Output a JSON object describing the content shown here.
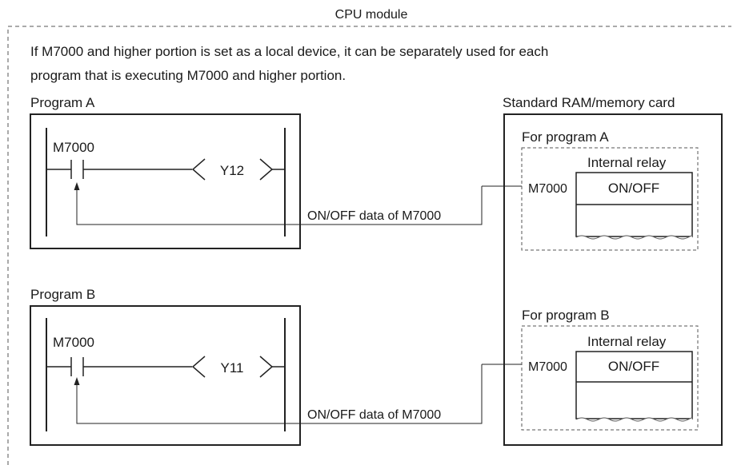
{
  "title": "CPU module",
  "description_line1": "If M7000 and higher portion is set as a local device, it can be separately used for each",
  "description_line2": "program that is executing M7000 and higher portion.",
  "memory_label": "Standard RAM/memory card",
  "programs": [
    {
      "label": "Program A",
      "contact": "M7000",
      "coil": "Y12",
      "data_label": "ON/OFF data of M7000",
      "memory_section": "For program A",
      "relay_header": "Internal relay",
      "relay_device": "M7000",
      "relay_value": "ON/OFF"
    },
    {
      "label": "Program B",
      "contact": "M7000",
      "coil": "Y11",
      "data_label": "ON/OFF data of M7000",
      "memory_section": "For program B",
      "relay_header": "Internal relay",
      "relay_device": "M7000",
      "relay_value": "ON/OFF"
    }
  ]
}
